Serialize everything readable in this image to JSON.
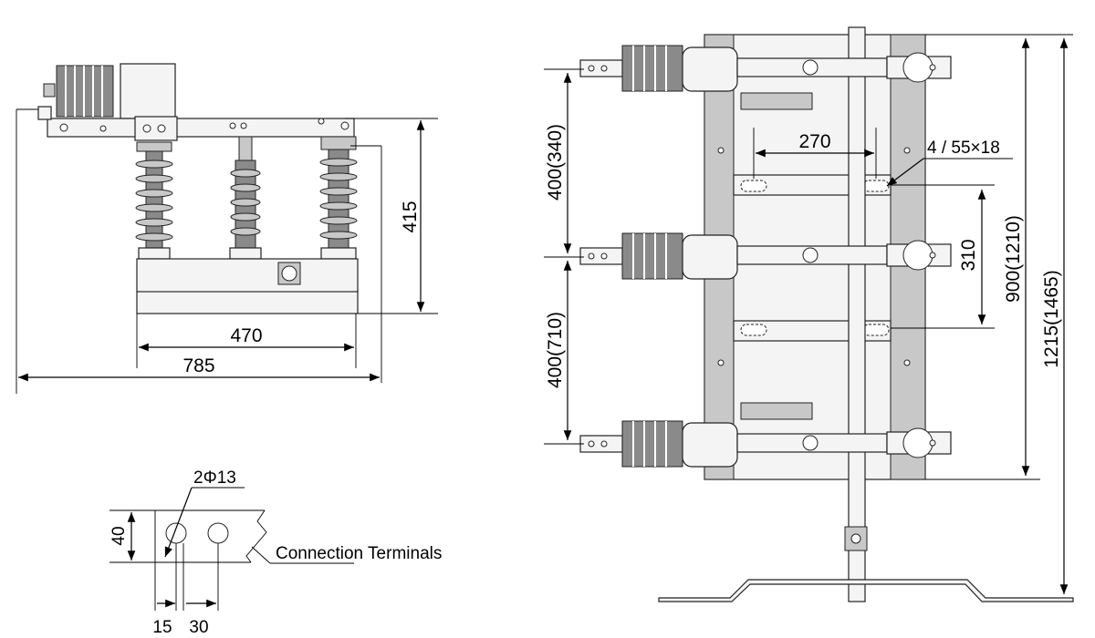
{
  "side_view": {
    "dim_height": "415",
    "dim_base_width": "470",
    "dim_overall_width": "785"
  },
  "terminal_detail": {
    "dim_holes": "2Φ13",
    "dim_height": "40",
    "dim_edge": "15",
    "dim_pitch": "30",
    "label": "Connection Terminals"
  },
  "front_view": {
    "dim_upper_pitch": "400(340)",
    "dim_lower_pitch": "400(710)",
    "dim_hole_spacing": "270",
    "dim_mount_holes": "4 / 55×18",
    "dim_slot_pitch": "310",
    "dim_frame_height": "900(1210)",
    "dim_total_height": "1215(1465)"
  }
}
